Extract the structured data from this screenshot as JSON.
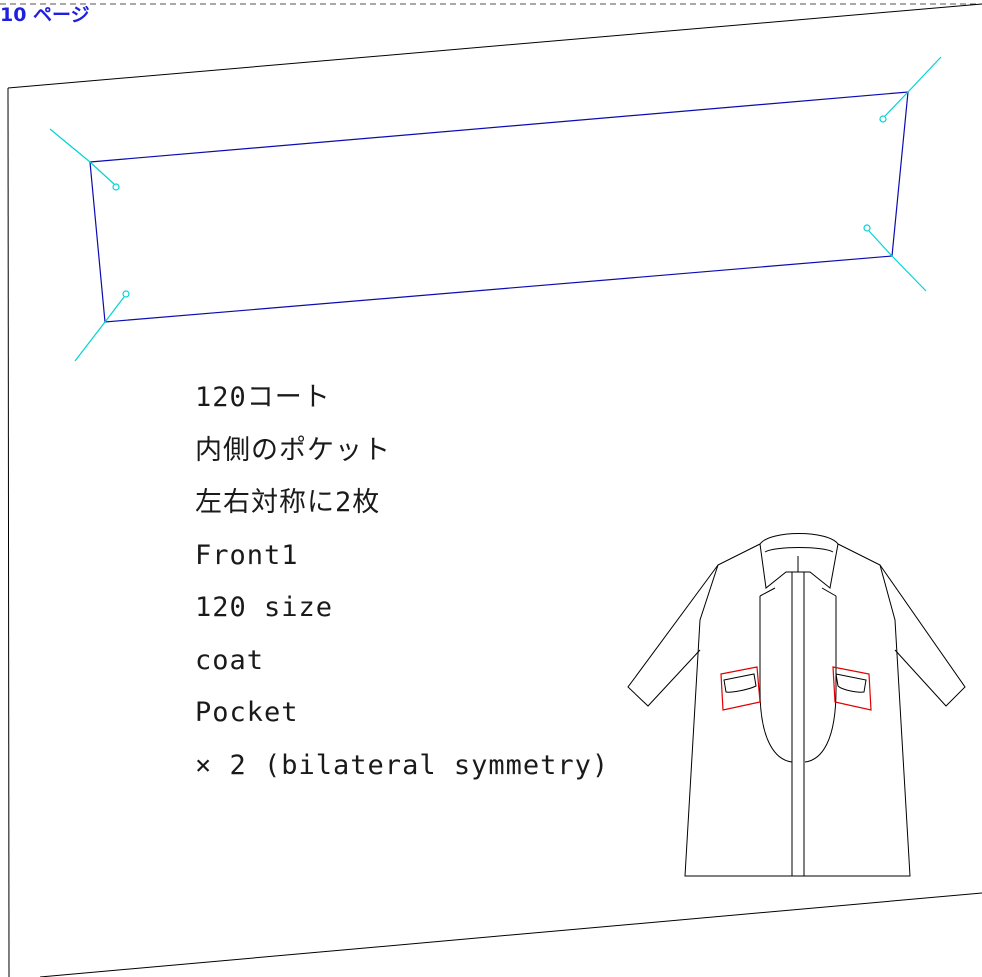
{
  "page": {
    "label": "10 ページ"
  },
  "notes": [
    "120コート",
    "内側のポケット",
    "左右対称に2枚",
    "Front1",
    "120 size",
    "coat",
    "Pocket",
    "× 2 (bilateral symmetry)"
  ],
  "colors": {
    "page_label": "#1f1fe0",
    "pattern_outline": "#0b0bb0",
    "notch_marks": "#00d4d4",
    "pocket_highlight": "#e00000",
    "sheet_border": "#000000",
    "dashed_border": "#555555"
  },
  "illustration": {
    "subject": "coat-front-view",
    "highlighted_parts": [
      "left-pocket",
      "right-pocket"
    ]
  }
}
